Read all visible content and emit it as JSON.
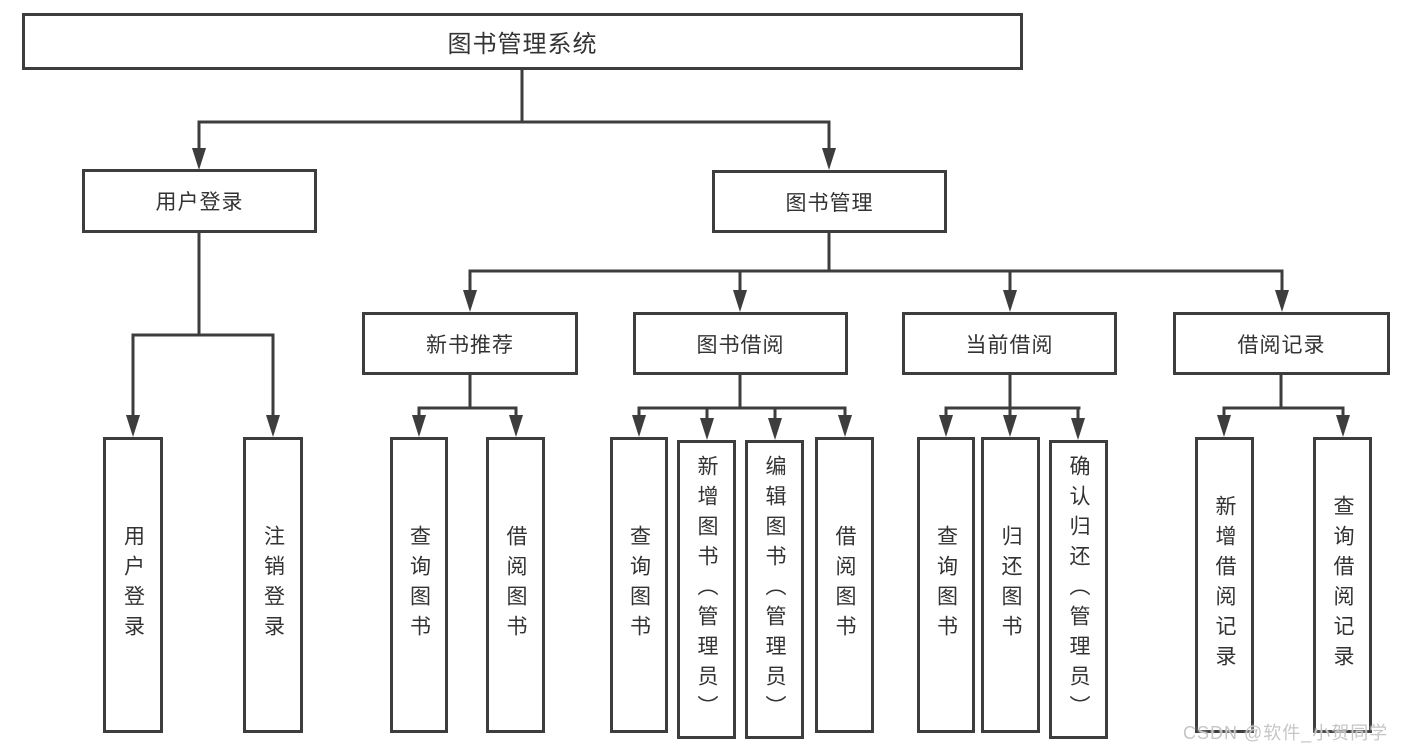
{
  "diagram": {
    "root": {
      "label": "图书管理系统"
    },
    "branches": {
      "user_login": {
        "label": "用户登录",
        "children": {
          "login": {
            "label": "用户登录"
          },
          "logout": {
            "label": "注销登录"
          }
        }
      },
      "book_mgmt": {
        "label": "图书管理",
        "sections": {
          "new_rec": {
            "label": "新书推荐",
            "children": {
              "query": {
                "label": "查询图书"
              },
              "borrow": {
                "label": "借阅图书"
              }
            }
          },
          "borrow": {
            "label": "图书借阅",
            "children": {
              "query": {
                "label": "查询图书"
              },
              "add": {
                "label": "新增图书（管理员）"
              },
              "edit": {
                "label": "编辑图书（管理员）"
              },
              "borrow": {
                "label": "借阅图书"
              }
            }
          },
          "current": {
            "label": "当前借阅",
            "children": {
              "query": {
                "label": "查询图书"
              },
              "return": {
                "label": "归还图书"
              },
              "confirm": {
                "label": "确认归还（管理员）"
              }
            }
          },
          "records": {
            "label": "借阅记录",
            "children": {
              "add": {
                "label": "新增借阅记录"
              },
              "query": {
                "label": "查询借阅记录"
              }
            }
          }
        }
      }
    },
    "watermark": "CSDN @软件_小贺同学",
    "colors": {
      "line": "#3d3d3d",
      "text": "#333333",
      "watermark": "#c6c6c6",
      "background": "#ffffff"
    }
  }
}
